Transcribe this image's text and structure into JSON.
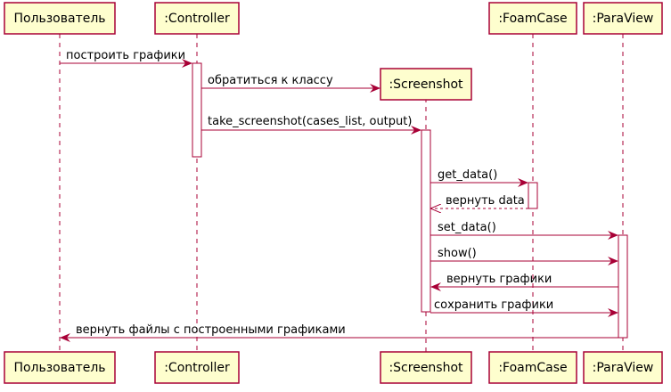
{
  "participants": [
    {
      "id": "user",
      "label": "Пользователь"
    },
    {
      "id": "controller",
      "label": ":Controller"
    },
    {
      "id": "screenshot",
      "label": ":Screenshot"
    },
    {
      "id": "foamcase",
      "label": ":FoamCase"
    },
    {
      "id": "paraview",
      "label": ":ParaView"
    }
  ],
  "messages": [
    {
      "from": "user",
      "to": "controller",
      "label": "построить графики",
      "style": "solid"
    },
    {
      "from": "controller",
      "to": "screenshot",
      "label": "обратиться к классу",
      "style": "solid",
      "creates": true
    },
    {
      "from": "controller",
      "to": "screenshot",
      "label": "take_screenshot(cases_list, output)",
      "style": "solid"
    },
    {
      "from": "screenshot",
      "to": "foamcase",
      "label": "get_data()",
      "style": "solid"
    },
    {
      "from": "foamcase",
      "to": "screenshot",
      "label": "вернуть data",
      "style": "dashed"
    },
    {
      "from": "screenshot",
      "to": "paraview",
      "label": "set_data()",
      "style": "solid"
    },
    {
      "from": "screenshot",
      "to": "paraview",
      "label": "show()",
      "style": "solid"
    },
    {
      "from": "paraview",
      "to": "screenshot",
      "label": "вернуть графики",
      "style": "solid"
    },
    {
      "from": "screenshot",
      "to": "paraview",
      "label": "сохранить графики",
      "style": "solid"
    },
    {
      "from": "paraview",
      "to": "user",
      "label": "вернуть файлы с построенными графиками",
      "style": "solid"
    }
  ],
  "colors": {
    "participant_fill": "#FEFECE",
    "participant_border": "#A80036",
    "lifeline": "#A80036",
    "arrow": "#A80036",
    "activation_fill": "#FFFFFF",
    "text": "#000000"
  }
}
